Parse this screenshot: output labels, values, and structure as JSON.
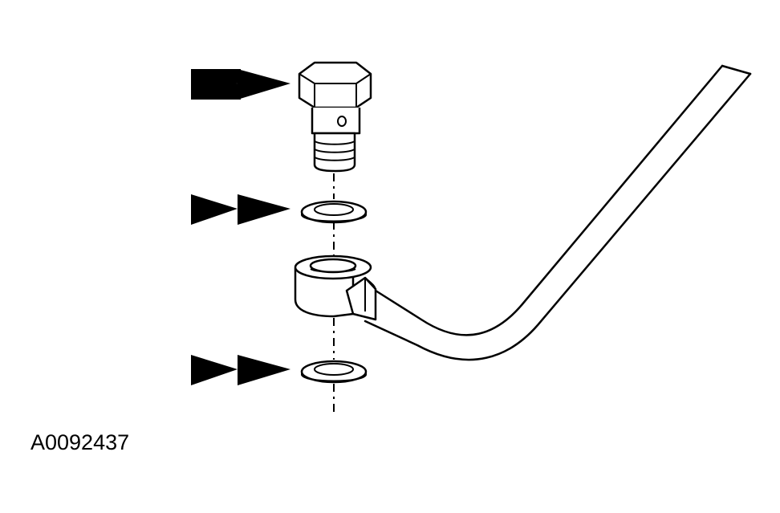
{
  "figure": {
    "id": "A0092437",
    "components": [
      "banjo-bolt",
      "upper-sealing-washer",
      "banjo-fitting",
      "lower-sealing-washer",
      "fuel-line"
    ]
  },
  "colors": {
    "line": "#000000",
    "background": "#ffffff"
  },
  "icons": [
    "double-arrow-icon"
  ]
}
